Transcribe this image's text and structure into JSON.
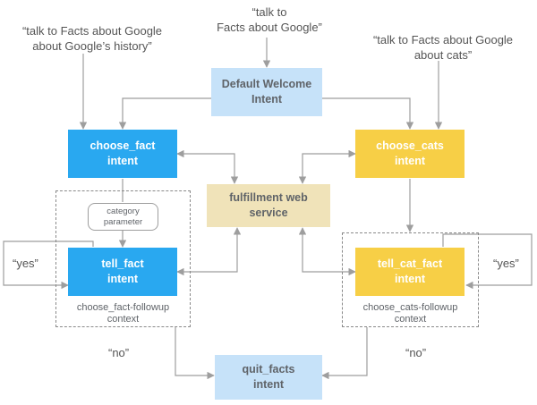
{
  "quotes": {
    "history_line1": "“talk to Facts about Google",
    "history_line2": "about Google’s history”",
    "welcome_line1": "“talk to",
    "welcome_line2": "Facts about Google”",
    "cats_line1": "“talk to Facts about Google",
    "cats_line2": "about cats”"
  },
  "nodes": {
    "welcome_line1": "Default Welcome",
    "welcome_line2": "Intent",
    "choose_fact_line1": "choose_fact",
    "choose_fact_line2": "intent",
    "choose_cats_line1": "choose_cats",
    "choose_cats_line2": "intent",
    "fulfillment_line1": "fulfillment web",
    "fulfillment_line2": "service",
    "tell_fact_line1": "tell_fact",
    "tell_fact_line2": "intent",
    "tell_cat_fact_line1": "tell_cat_fact",
    "tell_cat_fact_line2": "intent",
    "quit_facts_line1": "quit_facts",
    "quit_facts_line2": "intent"
  },
  "parameter": {
    "line1": "category",
    "line2": "parameter"
  },
  "contexts": {
    "fact_line1": "choose_fact-followup",
    "fact_line2": "context",
    "cats_line1": "choose_cats-followup",
    "cats_line2": "context"
  },
  "edge_labels": {
    "yes_left": "“yes”",
    "yes_right": "“yes”",
    "no_left": "“no”",
    "no_right": "“no”"
  },
  "colors": {
    "blue": "#29a8f0",
    "light_blue": "#c6e2f9",
    "yellow": "#f7cf46",
    "beige": "#f0e3b9",
    "arrow": "#9e9e9e"
  }
}
